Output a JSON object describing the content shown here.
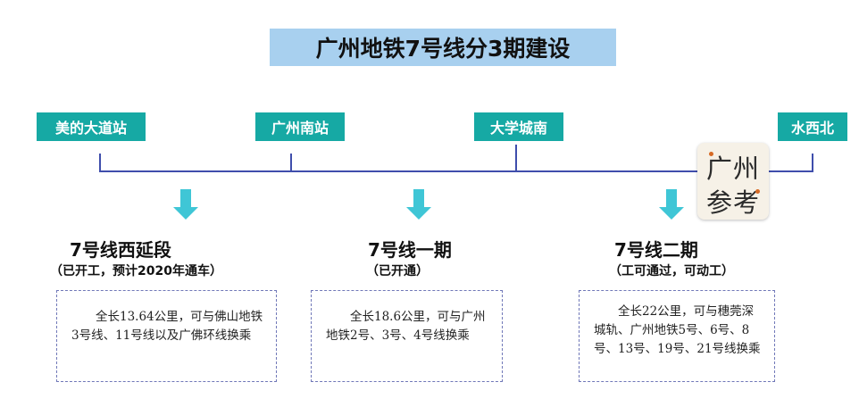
{
  "title": "广州地铁7号线分3期建设",
  "stations": [
    "美的大道站",
    "广州南站",
    "大学城南",
    "水西北"
  ],
  "phases": [
    {
      "title": "7号线西延段",
      "subtitle": "（已开工，预计2020年通车）",
      "description": "全长13.64公里，可与佛山地铁3号线、11号线以及广佛环线换乘"
    },
    {
      "title": "7号线一期",
      "subtitle": "（已开通）",
      "description": "全长18.6公里，可与广州地铁2号、3号、4号线换乘"
    },
    {
      "title": "7号线二期",
      "subtitle": "（工可通过，可动工）",
      "description": "全长22公里，可与穗莞深城轨、广州地铁5号、6号、8号、13号、19号、21号线换乘"
    }
  ],
  "watermark": {
    "line1": "广州",
    "line2": "参考"
  },
  "colors": {
    "station_bg": "#16a9a4",
    "title_bg": "#a8d0ef",
    "timeline": "#3f4eac",
    "arrow": "#3fc6d6",
    "box_border": "#7078b8"
  }
}
